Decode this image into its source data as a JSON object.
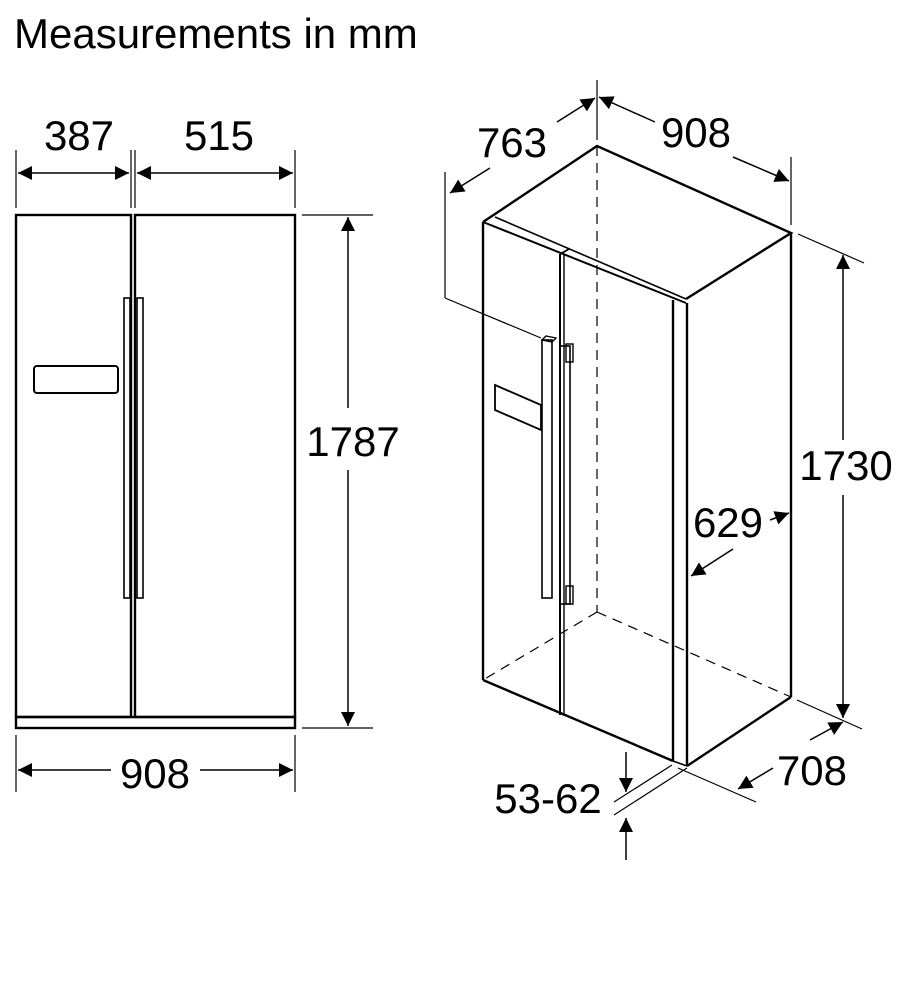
{
  "title": "Measurements in mm",
  "front_view": {
    "left_door_width": "387",
    "right_door_width": "515",
    "total_width": "908",
    "total_height": "1787"
  },
  "iso_view": {
    "depth_with_handle": "763",
    "width": "908",
    "height": "1730",
    "door_depth": "629",
    "depth": "708",
    "door_gap": "53-62"
  },
  "colors": {
    "line": "#000000",
    "background": "#ffffff"
  }
}
